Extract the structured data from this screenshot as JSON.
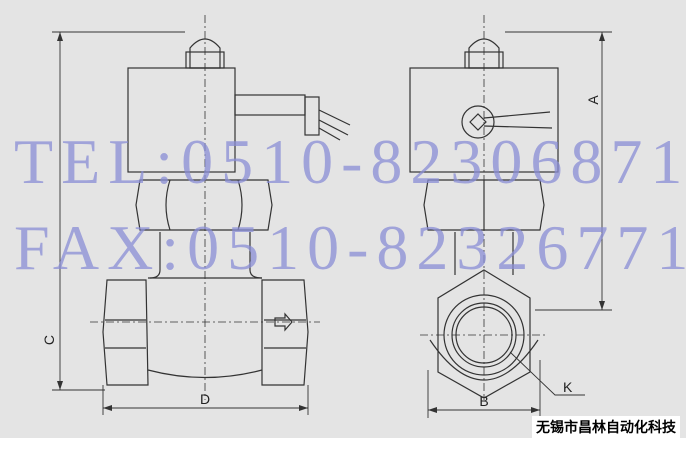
{
  "labels": {
    "A": "A",
    "B": "B",
    "C": "C",
    "D": "D",
    "K": "K"
  },
  "watermark": {
    "tel": "TEL:0510-82306871",
    "fax": "FAX:0510-82326771"
  },
  "company": "无锡市昌林自动化科技",
  "colors": {
    "background": "#e4e4e4",
    "line": "#333333",
    "watermark": "#8a8ed6"
  }
}
